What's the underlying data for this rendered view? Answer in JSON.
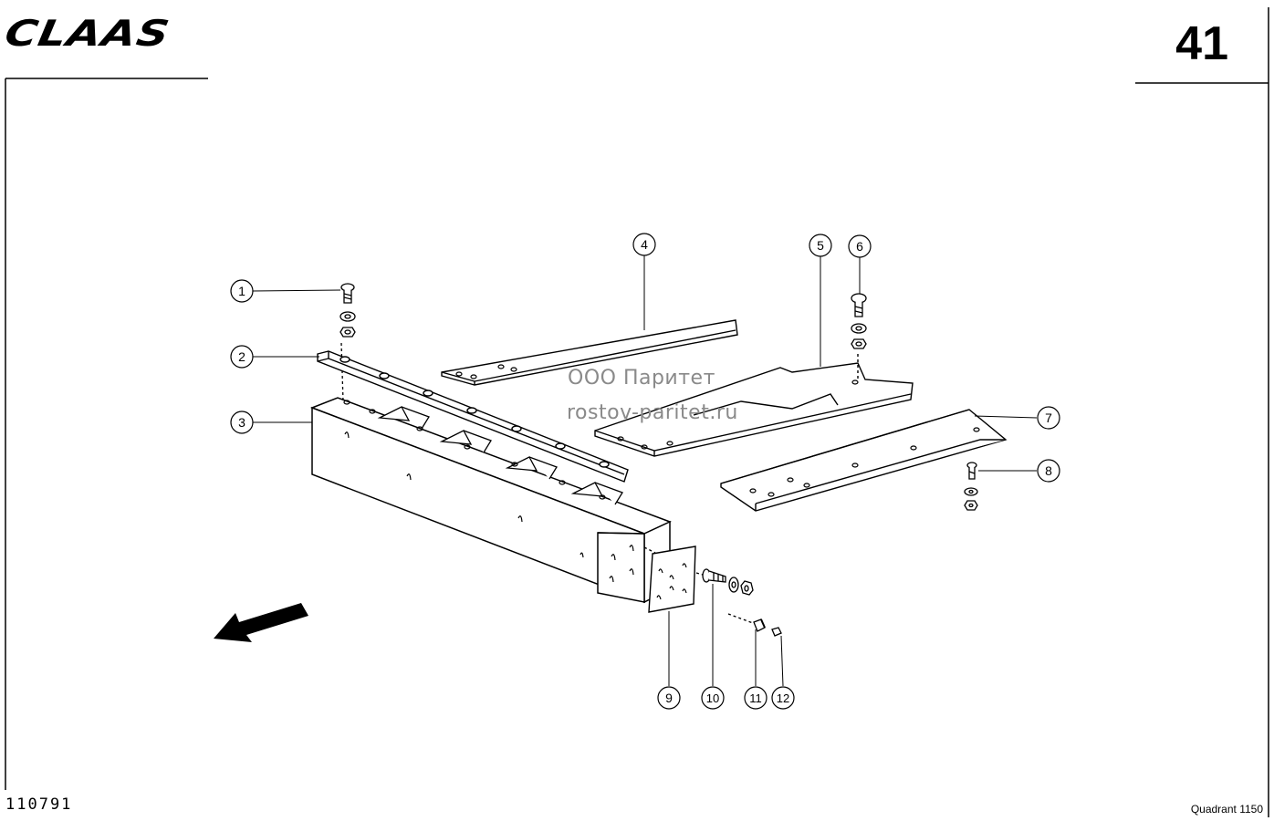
{
  "header": {
    "brand": "CLAAS",
    "page_number": "41"
  },
  "footer": {
    "drawing_code": "110791",
    "model": "Quadrant 1150"
  },
  "watermark": {
    "company": "ООО Паритет",
    "site": "rostov-paritet.ru"
  },
  "callouts": [
    {
      "id": "c1",
      "label": "1"
    },
    {
      "id": "c2",
      "label": "2"
    },
    {
      "id": "c3",
      "label": "3"
    },
    {
      "id": "c4",
      "label": "4"
    },
    {
      "id": "c5",
      "label": "5"
    },
    {
      "id": "c6",
      "label": "6"
    },
    {
      "id": "c7",
      "label": "7"
    },
    {
      "id": "c8",
      "label": "8"
    },
    {
      "id": "c9",
      "label": "9"
    },
    {
      "id": "c10",
      "label": "10"
    },
    {
      "id": "c11",
      "label": "11"
    },
    {
      "id": "c12",
      "label": "12"
    }
  ],
  "icons": {
    "direction": "arrow-icon"
  },
  "colors": {
    "ink": "#000000",
    "paper": "#ffffff",
    "watermark": "#8a8a8a"
  }
}
